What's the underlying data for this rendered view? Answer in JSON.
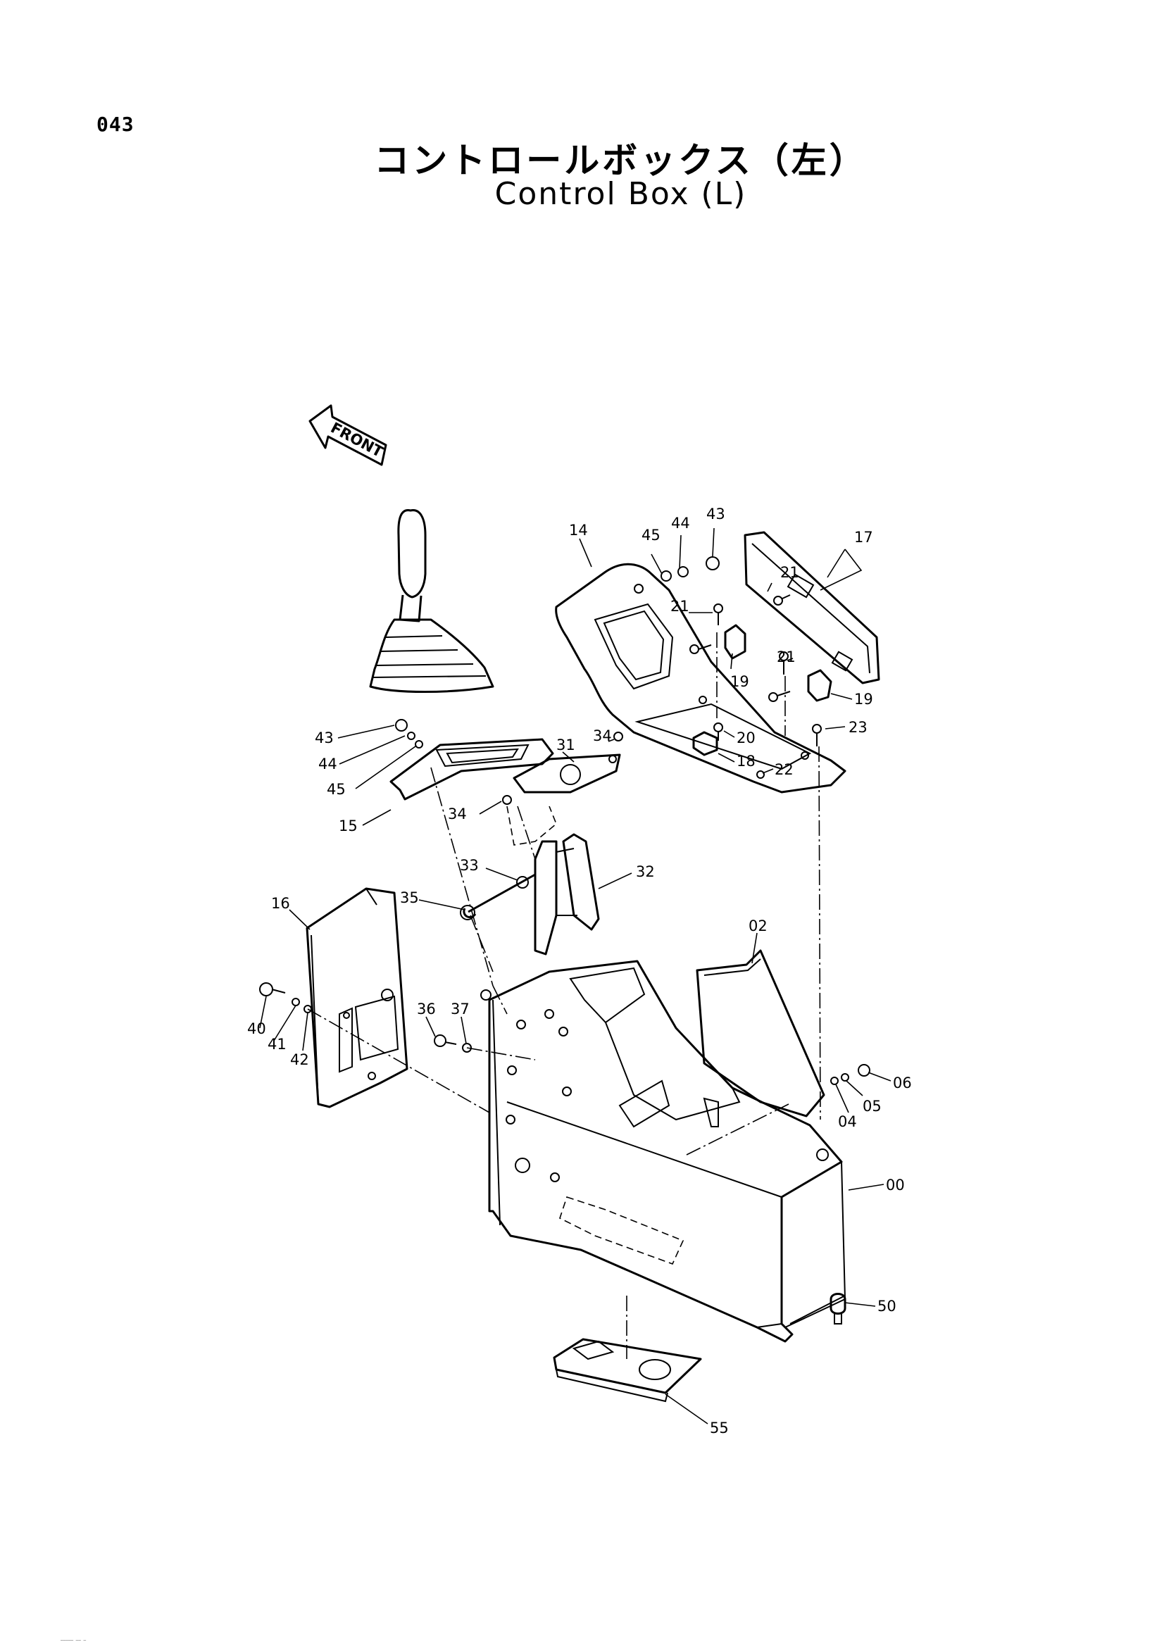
{
  "header": {
    "page_number": "043",
    "title_jp": "コントロールボックス（左）",
    "title_en": "Control Box (L)"
  },
  "orientation": {
    "front_label": "FRONT"
  },
  "part_labels": [
    {
      "id": "14",
      "text": "14"
    },
    {
      "id": "45a",
      "text": "45"
    },
    {
      "id": "44a",
      "text": "44"
    },
    {
      "id": "43a",
      "text": "43"
    },
    {
      "id": "17",
      "text": "17"
    },
    {
      "id": "21a",
      "text": "21"
    },
    {
      "id": "21b",
      "text": "21"
    },
    {
      "id": "19a",
      "text": "19"
    },
    {
      "id": "21c",
      "text": "21"
    },
    {
      "id": "19b",
      "text": "19"
    },
    {
      "id": "23",
      "text": "23"
    },
    {
      "id": "20",
      "text": "20"
    },
    {
      "id": "18",
      "text": "18"
    },
    {
      "id": "22",
      "text": "22"
    },
    {
      "id": "43b",
      "text": "43"
    },
    {
      "id": "44b",
      "text": "44"
    },
    {
      "id": "45b",
      "text": "45"
    },
    {
      "id": "15",
      "text": "15"
    },
    {
      "id": "31",
      "text": "31"
    },
    {
      "id": "34a",
      "text": "34"
    },
    {
      "id": "34b",
      "text": "34"
    },
    {
      "id": "33",
      "text": "33"
    },
    {
      "id": "32",
      "text": "32"
    },
    {
      "id": "35",
      "text": "35"
    },
    {
      "id": "16",
      "text": "16"
    },
    {
      "id": "02",
      "text": "02"
    },
    {
      "id": "36",
      "text": "36"
    },
    {
      "id": "37",
      "text": "37"
    },
    {
      "id": "40",
      "text": "40"
    },
    {
      "id": "41",
      "text": "41"
    },
    {
      "id": "42",
      "text": "42"
    },
    {
      "id": "06",
      "text": "06"
    },
    {
      "id": "05",
      "text": "05"
    },
    {
      "id": "04",
      "text": "04"
    },
    {
      "id": "00",
      "text": "00"
    },
    {
      "id": "50",
      "text": "50"
    },
    {
      "id": "55",
      "text": "55"
    }
  ],
  "footer": {
    "code": "————— —— —"
  }
}
